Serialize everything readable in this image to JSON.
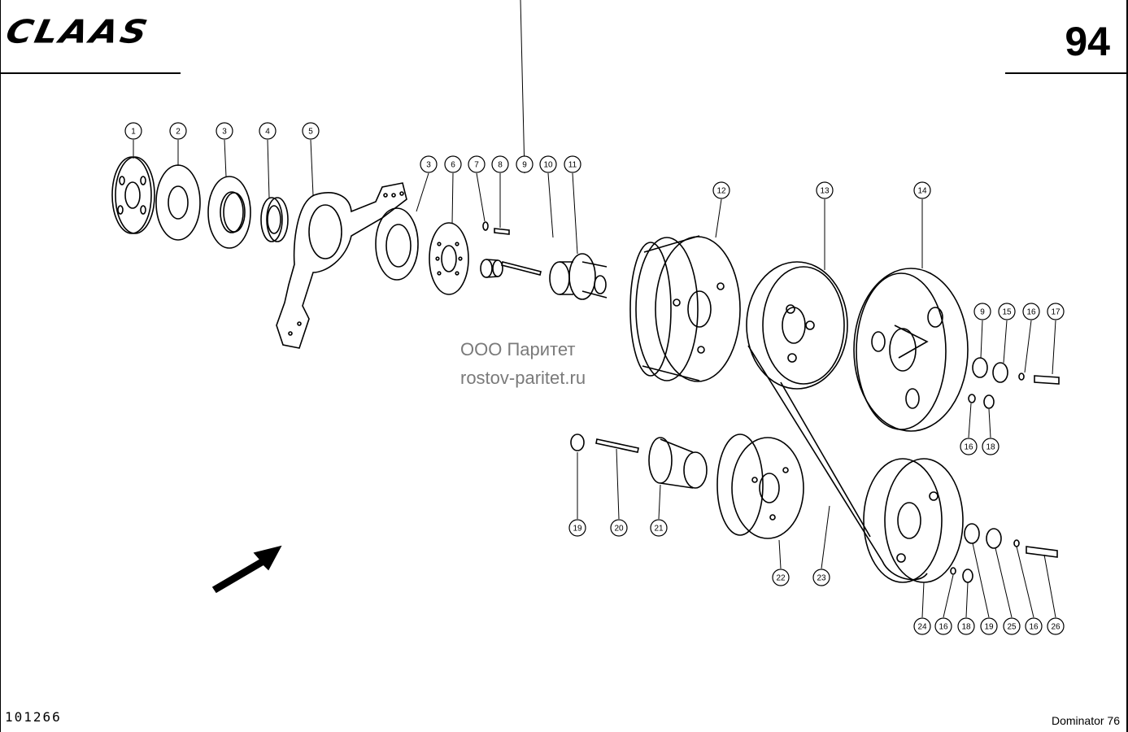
{
  "header": {
    "brand": "CLAAS",
    "page_number": "94"
  },
  "footer": {
    "document_number": "101266",
    "model": "Dominator 76"
  },
  "watermark": {
    "company": "ООО Паритет",
    "website": "rostov-paritet.ru"
  },
  "callouts": [
    "1",
    "2",
    "3",
    "4",
    "5",
    "3",
    "6",
    "7",
    "8",
    "9",
    "10",
    "11",
    "12",
    "13",
    "14",
    "9",
    "15",
    "16",
    "17",
    "16",
    "18",
    "19",
    "20",
    "21",
    "22",
    "23",
    "24",
    "16",
    "18",
    "19",
    "25",
    "16",
    "26"
  ],
  "colors": {
    "line": "#000000",
    "watermark": "#7a7a7a"
  }
}
